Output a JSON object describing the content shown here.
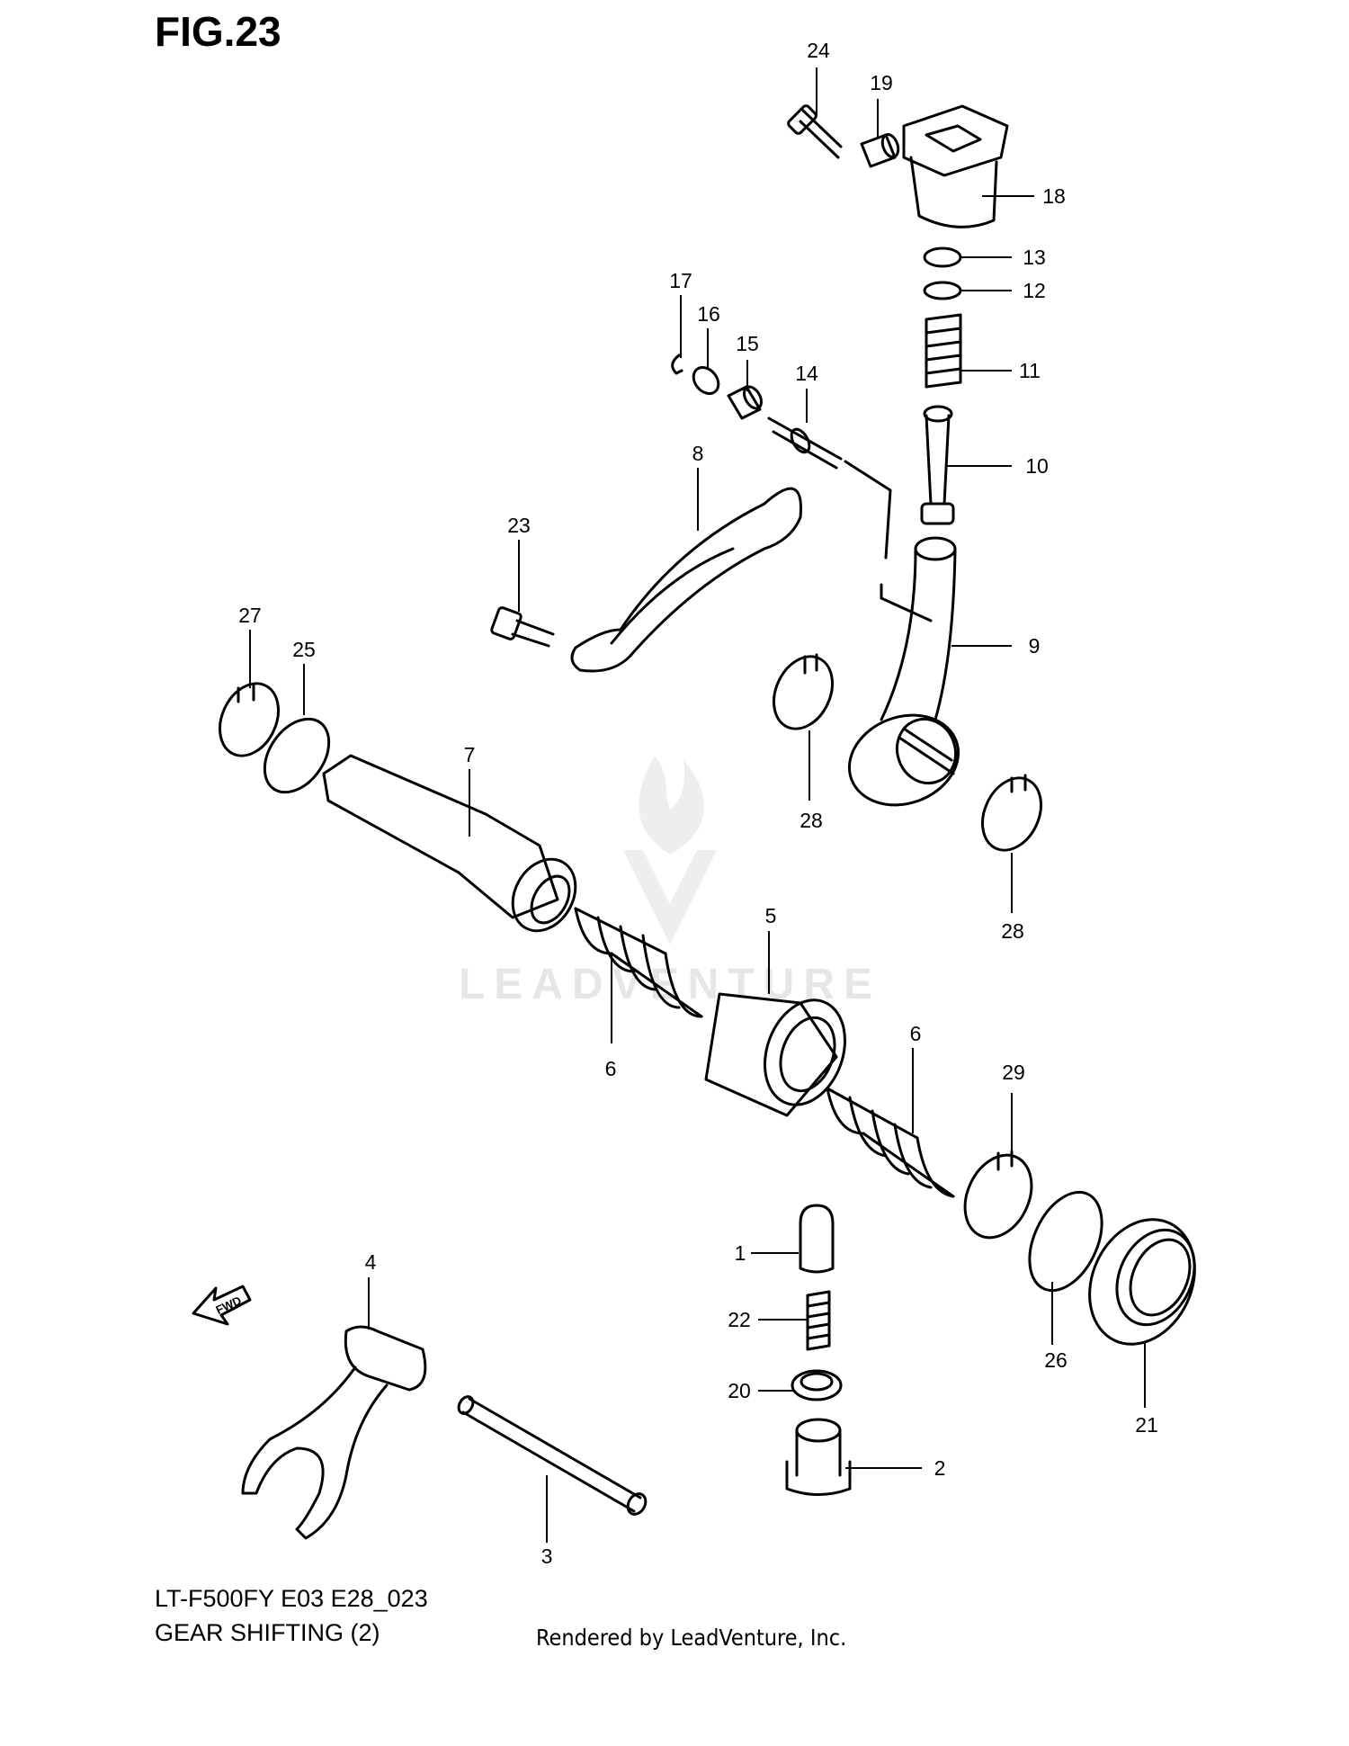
{
  "figure_title": "FIG.23",
  "model_code": "LT-F500FY E03 E28_023",
  "section_name": "GEAR SHIFTING (2)",
  "credit": "Rendered by LeadVenture, Inc.",
  "watermark_text": "LEADVENTURE",
  "fwd_label": "FWD",
  "callouts": [
    "24",
    "19",
    "18",
    "13",
    "12",
    "11",
    "10",
    "17",
    "16",
    "15",
    "14",
    "8",
    "23",
    "9",
    "27",
    "25",
    "7",
    "28",
    "28",
    "5",
    "6",
    "6",
    "29",
    "1",
    "22",
    "20",
    "2",
    "4",
    "3",
    "26",
    "21"
  ],
  "colors": {
    "line": "#000000",
    "watermark": "#e6e6e6",
    "background": "#ffffff"
  }
}
